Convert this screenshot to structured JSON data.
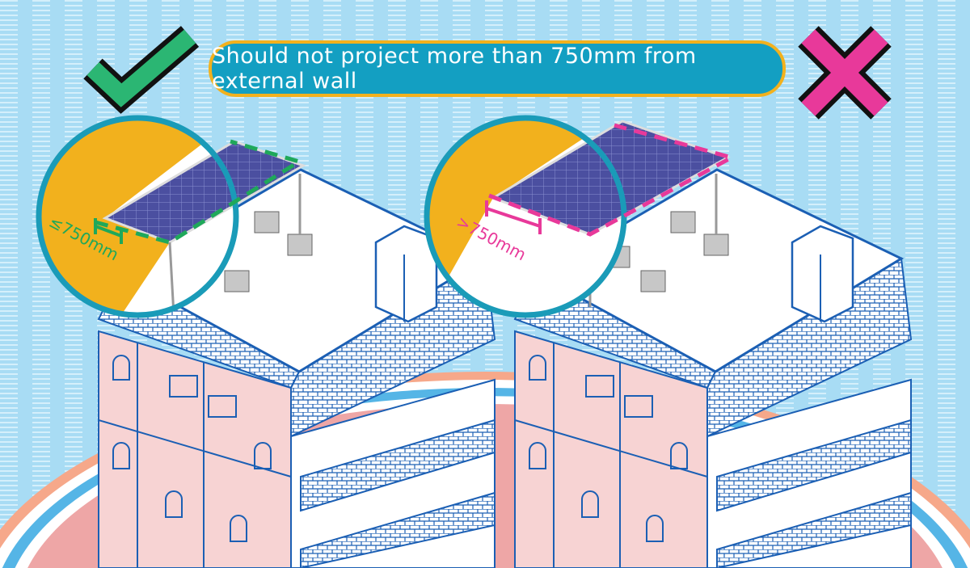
{
  "banner": {
    "text": "Should not project more than 750mm from external wall"
  },
  "left_panel": {
    "verdict": "correct",
    "measure_label": "≤750mm",
    "accent": "#1fa85a"
  },
  "right_panel": {
    "verdict": "incorrect",
    "measure_label": ">750mm",
    "accent": "#e8399a"
  },
  "colors": {
    "background": "#a8dcf4",
    "banner": "#139fc2",
    "banner_border": "#f2b11d",
    "magnifier_fill": "#f2b11d",
    "magnifier_ring": "#1a9bb8",
    "wall_pink": "#f7d3d3",
    "outline": "#1b5fb4"
  }
}
